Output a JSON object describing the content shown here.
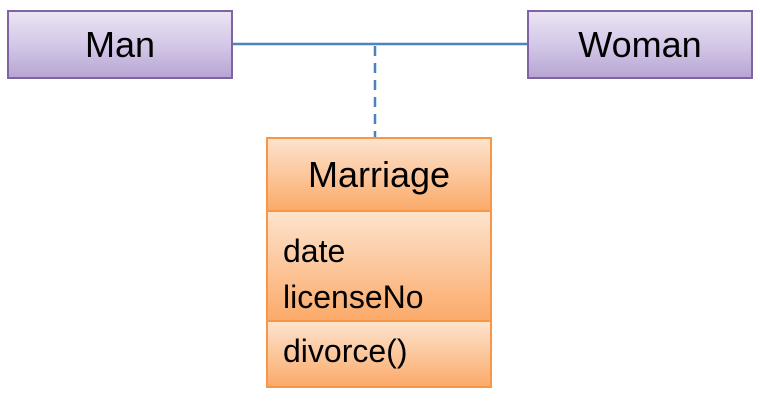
{
  "diagram": {
    "classes": {
      "man": {
        "name": "Man"
      },
      "woman": {
        "name": "Woman"
      }
    },
    "association_class": {
      "name": "Marriage",
      "attributes": [
        "date",
        "licenseNo"
      ],
      "operations": [
        "divorce()"
      ]
    },
    "colors": {
      "class_border": "#8064a2",
      "class_fill": "#d4c8e8",
      "association_border": "#f79646",
      "association_fill": "#fcc79c",
      "association_line": "#4f81bd"
    }
  }
}
